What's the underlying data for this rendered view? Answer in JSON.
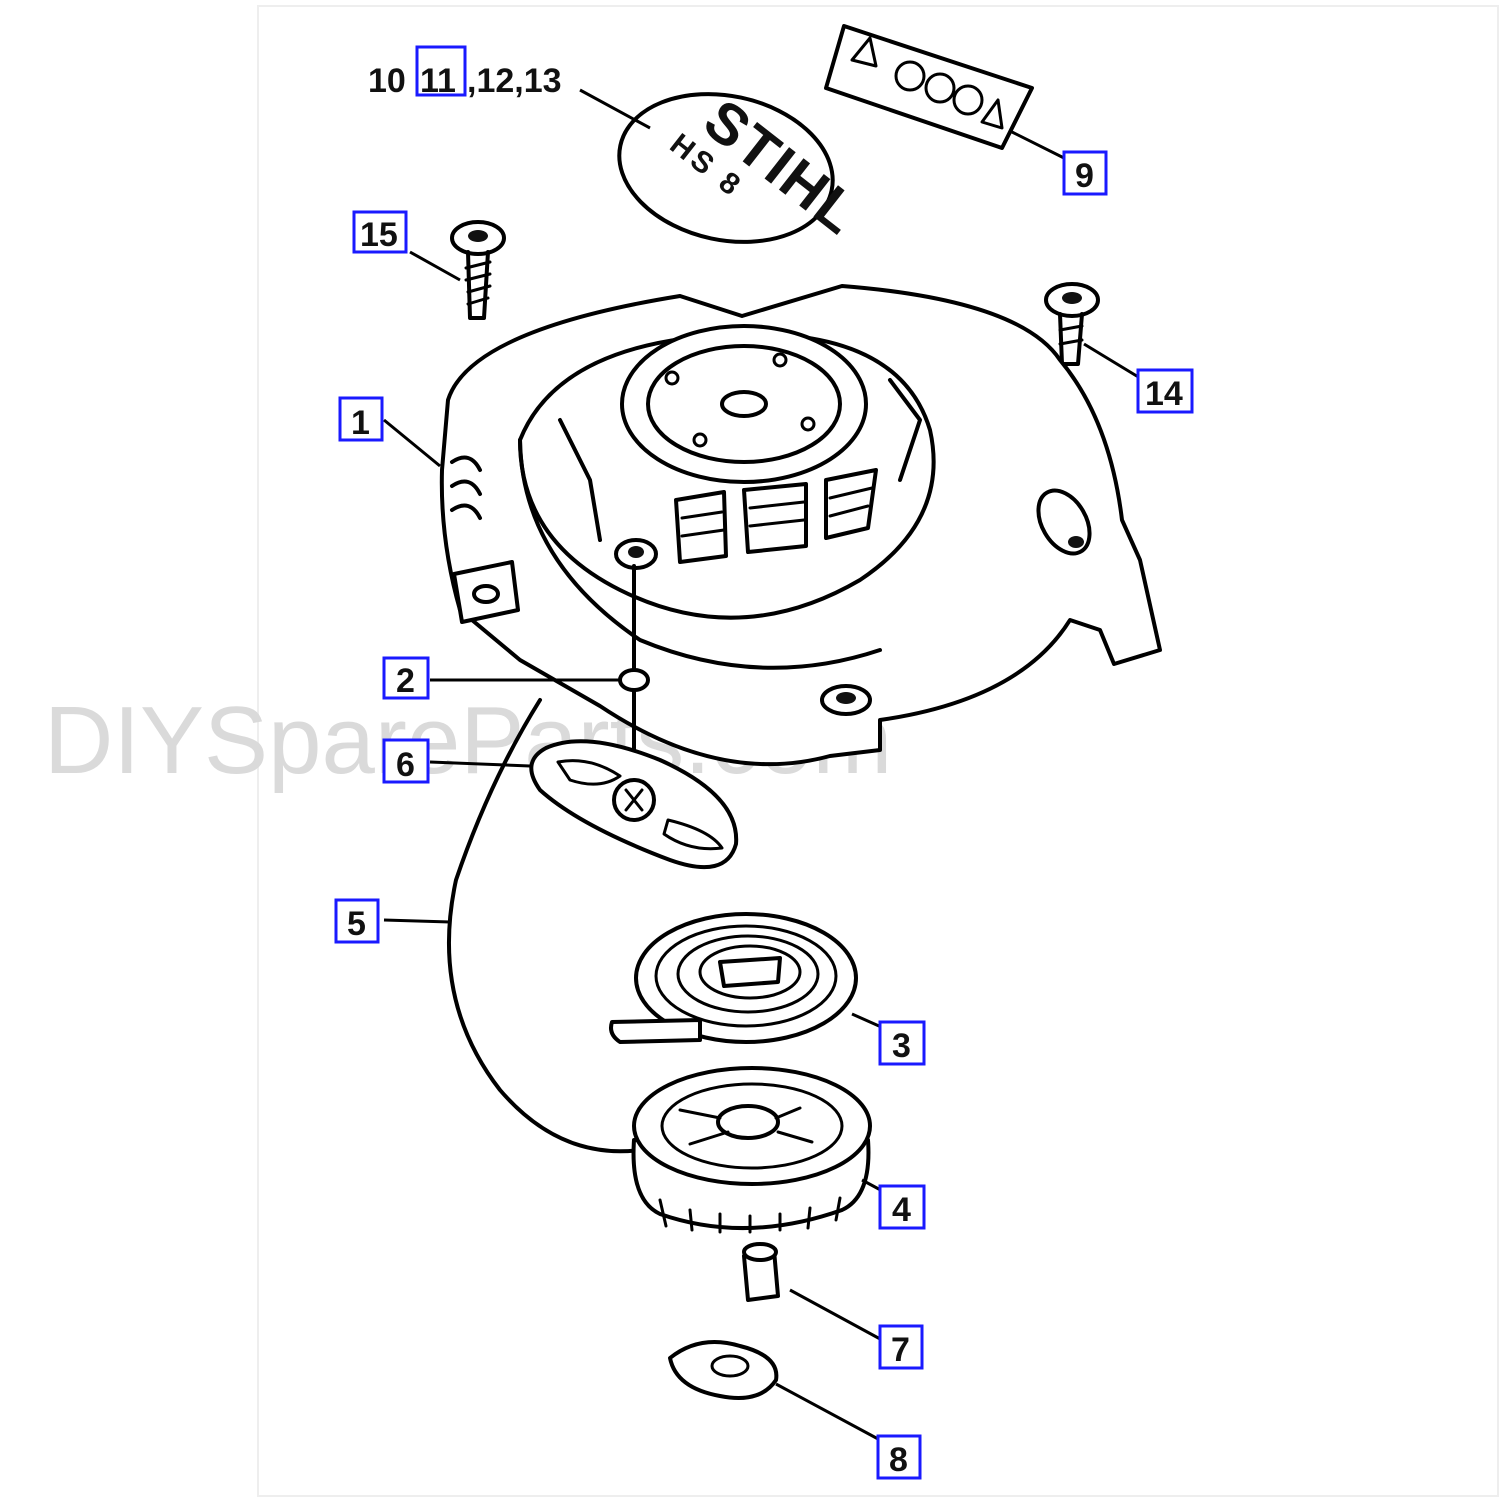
{
  "watermark": "DIYSpareParts.com",
  "decal": {
    "brand": "STIHL",
    "model": "HS 8"
  },
  "header_label": {
    "prefix": "10",
    "boxed": "11",
    "suffix": ",12,13"
  },
  "callouts": {
    "p1": "1",
    "p2": "2",
    "p3": "3",
    "p4": "4",
    "p5": "5",
    "p6": "6",
    "p7": "7",
    "p8": "8",
    "p9": "9",
    "p14": "14",
    "p15": "15"
  },
  "colors": {
    "callout_border": "#1a1aff",
    "line": "#000000",
    "watermark": "#dadada"
  }
}
